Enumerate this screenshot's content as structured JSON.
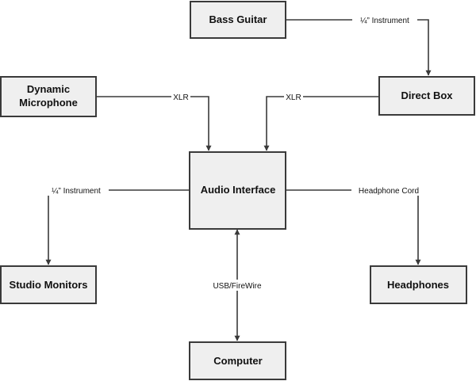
{
  "nodes": {
    "bass_guitar": "Bass Guitar",
    "dynamic_microphone": [
      "Dynamic",
      "Microphone"
    ],
    "direct_box": "Direct Box",
    "audio_interface": "Audio Interface",
    "studio_monitors": "Studio Monitors",
    "headphones": "Headphones",
    "computer": "Computer"
  },
  "connections": {
    "bass_to_direct_box": "¼” Instrument",
    "mic_to_interface": "XLR",
    "direct_box_to_interface": "XLR",
    "interface_to_monitors": "¼” Instrument",
    "interface_to_headphones": "Headphone Cord",
    "interface_to_computer": "USB/FireWire"
  }
}
